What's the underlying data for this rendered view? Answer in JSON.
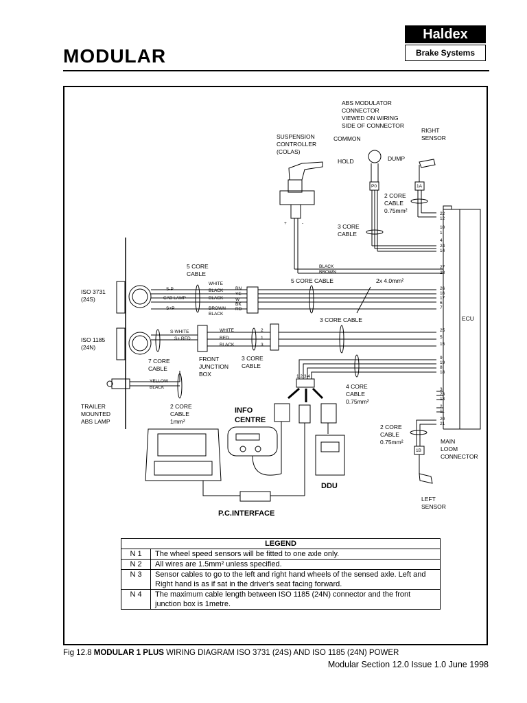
{
  "header": {
    "title": "MODULAR",
    "logo_brand": "Haldex",
    "logo_tagline": "Brake Systems"
  },
  "labels": {
    "abs_modulator": "ABS MODULATOR\nCONNECTOR\nVIEWED ON WIRING\nSIDE OF CONNECTOR",
    "common": "COMMON",
    "hold": "HOLD",
    "dump": "DUMP",
    "right_sensor": "RIGHT\nSENSOR",
    "suspension": "SUSPENSION\nCONTROLLER\n(COLAS)",
    "two_core_top": "2 CORE\nCABLE\n0.75mm²",
    "three_core_left": "3 CORE\nCABLE",
    "five_core_left": "5 CORE\nCABLE",
    "five_core_mid": "5 CORE CABLE",
    "twox4": "2x 4.0mm²",
    "iso3731": "ISO 3731\n(24S)",
    "iso1185": "ISO 1185\n(24N)",
    "three_core_mid": "3 CORE CABLE",
    "ecu": "ECU",
    "seven_core": "7 CORE\nCABLE",
    "front_junction": "FRONT\nJUNCTION\nBOX",
    "three_core_lower": "3 CORE\nCABLE",
    "four_core": "4 CORE\nCABLE\n0.75mm²",
    "trailer_lamp": "TRAILER\nMOUNTED\nABS LAMP",
    "two_core_1mm": "2 CORE\nCABLE\n1mm²",
    "info_centre": "INFO\nCENTRE",
    "two_core_right": "2 CORE\nCABLE\n0.75mm²",
    "main_loom": "MAIN\nLOOM\nCONNECTOR",
    "ddu": "DDU",
    "left_sensor": "LEFT\nSENSOR",
    "pc_interface": "P.C.INTERFACE"
  },
  "wire_labels": {
    "black": "BLACK",
    "brown": "BROWN",
    "white": "WHITE",
    "brown_black": "BROWN\nBLACK",
    "bn": "BN",
    "ye": "YE",
    "w": "W",
    "bk": "BK",
    "rd": "RD",
    "red": "RED",
    "yellow": "YELLOW",
    "s_p": "S-P",
    "cab_lamp": "CAB LAMP",
    "s_plus_p": "S+P",
    "s_white": "S-WHITE",
    "s_plus_red": "S+ RED",
    "plus": "+",
    "minus": "-",
    "p0": "P0",
    "s1a": "1A",
    "s1b": "1B",
    "pins_2": "2",
    "pins_1": "1",
    "pins_3": "3",
    "pins_1234": "1 2 3 4"
  },
  "ecu_pins": {
    "group1": [
      "22",
      "12"
    ],
    "group2": [
      "10",
      "1"
    ],
    "group3": [
      "4",
      "24",
      "14"
    ],
    "group4": [
      "27",
      "28"
    ],
    "group5": [
      "26",
      "16",
      "17",
      "6",
      "7"
    ],
    "group6": [
      "25",
      "5",
      "15"
    ],
    "group7": [
      "9",
      "19",
      "8",
      "18"
    ],
    "group8": [
      "3",
      "23",
      "13"
    ],
    "group9": [
      "2",
      "11"
    ],
    "group10": [
      "20",
      "21"
    ]
  },
  "legend": {
    "heading": "LEGEND",
    "rows": [
      {
        "code": "N 1",
        "text": "The wheel speed sensors will be fitted to one axle only."
      },
      {
        "code": "N 2",
        "text": "All wires are 1.5mm² unless specified."
      },
      {
        "code": "N 3",
        "text": "Sensor cables to go to the left and right hand wheels of the sensed axle. Left and Right hand is as if sat in the driver's seat facing forward."
      },
      {
        "code": "N 4",
        "text": "The maximum cable length between ISO 1185 (24N) connector and the front junction box is 1metre."
      }
    ]
  },
  "caption": {
    "prefix": "Fig 12.8 ",
    "bold": "MODULAR 1 PLUS",
    "rest": " WIRING DIAGRAM ISO 3731 (24S) AND ISO 1185 (24N) POWER"
  },
  "footer": "Modular Section 12.0 Issue 1.0 June 1998"
}
